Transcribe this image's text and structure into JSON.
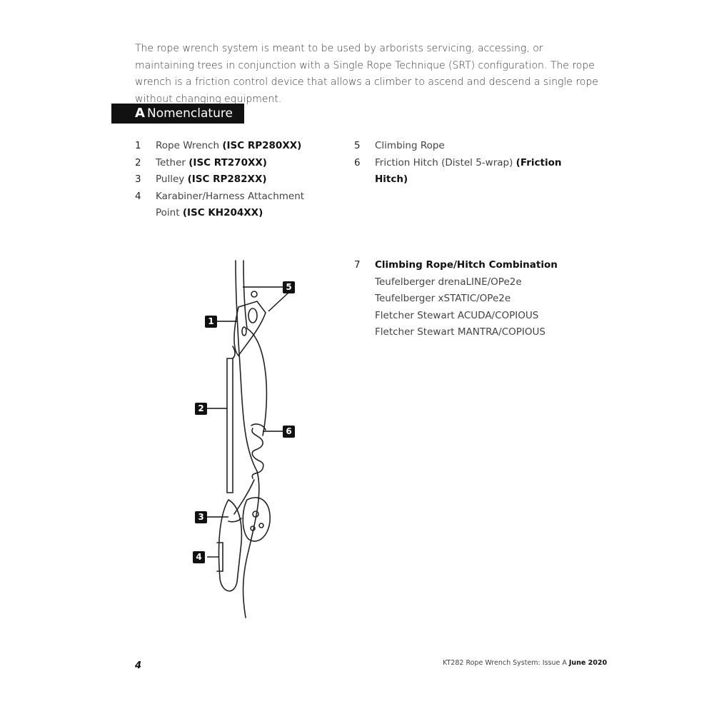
{
  "intro": "The rope wrench system is meant to be used by arborists servicing, accessing, or maintaining trees in conjunction with a Single Rope Technique (SRT) configuration. The rope wrench is a friction control device that allows a climber to ascend and descend a single rope without changing equipment.",
  "section": {
    "letter": "A",
    "title": "Nomenclature"
  },
  "items_left": [
    {
      "num": "1",
      "label": "Rope Wrench ",
      "code": "(ISC RP280XX)"
    },
    {
      "num": "2",
      "label": "Tether ",
      "code": "(ISC RT270XX)"
    },
    {
      "num": "3",
      "label": "Pulley ",
      "code": "(ISC RP282XX)"
    },
    {
      "num": "4",
      "label": "Karabiner/Harness Attachment Point ",
      "code": "(ISC KH204XX)"
    }
  ],
  "items_right": [
    {
      "num": "5",
      "label": " Climbing Rope",
      "code": ""
    },
    {
      "num": "6",
      "label": "Friction Hitch (Distel 5-wrap) ",
      "code": "(Friction Hitch)"
    }
  ],
  "item7": {
    "num": "7",
    "heading": "Climbing Rope/Hitch Combination",
    "combos": [
      "Teufelberger drenaLINE/OPe2e",
      "Teufelberger xSTATIC/OPe2e",
      "Fletcher Stewart ACUDA/COPIOUS",
      "Fletcher Stewart MANTRA/COPIOUS"
    ]
  },
  "diagram_labels": [
    "1",
    "2",
    "3",
    "4",
    "5",
    "6"
  ],
  "footer": {
    "page": "4",
    "doc_ref": "KT282 Rope Wrench System: Issue A ",
    "date": "June 2020"
  }
}
